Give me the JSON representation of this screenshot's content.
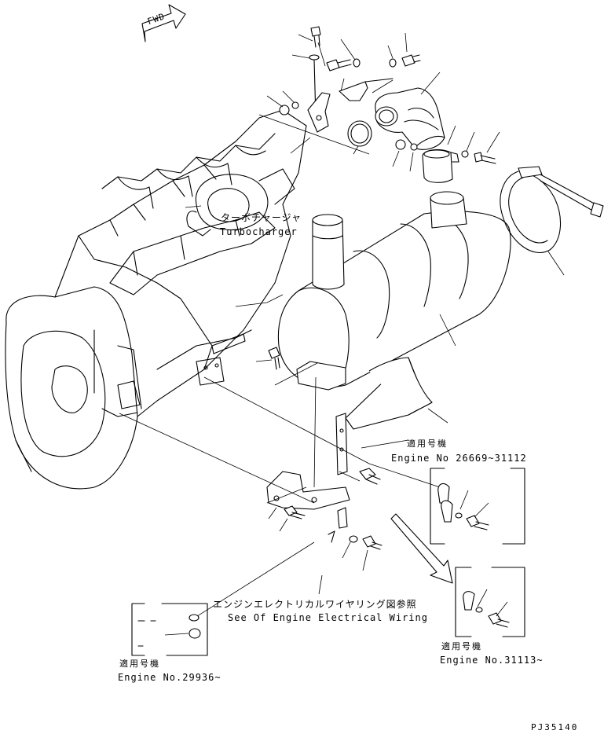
{
  "fwd_label": "FWD",
  "turbo": {
    "jp": "ターボチャージャ",
    "en": "Turbocharger"
  },
  "wiring": {
    "jp": "エンジンエレクトリカルワイヤリング図参照",
    "en": "See Of Engine Electrical Wiring"
  },
  "applicable_a": {
    "jp": "適用号機",
    "en": "Engine No 26669~31112"
  },
  "applicable_b": {
    "jp": "適用号機",
    "en": "Engine No.29936~"
  },
  "applicable_c": {
    "jp": "適用号機",
    "en": "Engine No.31113~"
  },
  "drawing_code": "PJ35140"
}
